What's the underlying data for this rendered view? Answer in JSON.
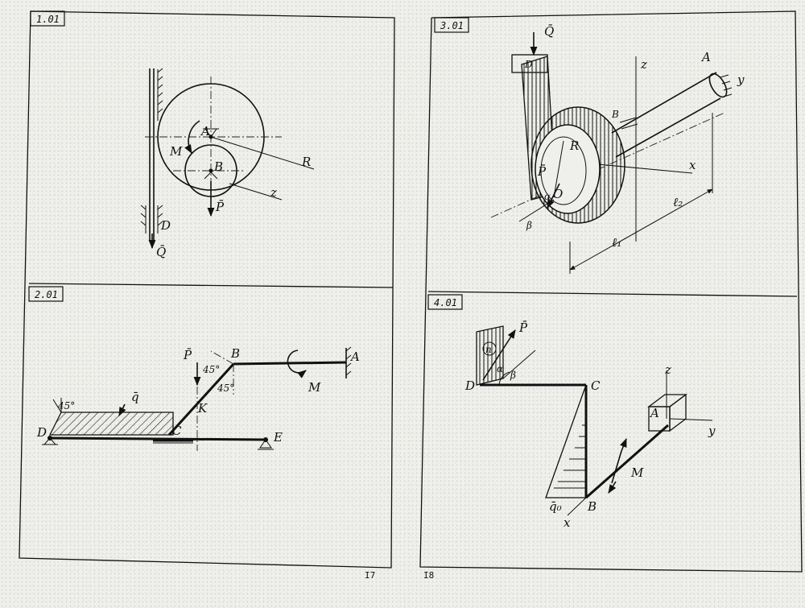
{
  "panels": [
    {
      "id": "1.01",
      "labels": {
        "A": "A",
        "B": "B",
        "M": "M",
        "R": "R",
        "r": "z",
        "P": "P̄",
        "D": "D",
        "Q": "Q̄"
      }
    },
    {
      "id": "2.01",
      "labels": {
        "P": "P̄",
        "B": "B",
        "A": "A",
        "M": "M",
        "q": "q̄",
        "K": "K",
        "C": "C",
        "D": "D",
        "E": "E",
        "angle1": "45°",
        "angle2": "45°",
        "angle3": "45°"
      }
    },
    {
      "id": "3.01",
      "labels": {
        "Q": "Q̄",
        "D": "D",
        "z": "z",
        "A": "A",
        "y": "y",
        "B": "B",
        "R": "R",
        "P": "P̄",
        "alpha": "α",
        "O": "O",
        "x": "x",
        "beta": "β",
        "l1": "ℓ₁",
        "l2": "ℓ₂"
      }
    },
    {
      "id": "4.01",
      "labels": {
        "P": "P̄",
        "n": "n",
        "alpha": "α",
        "beta": "β",
        "D": "D",
        "C": "C",
        "z": "z",
        "A": "A",
        "y": "y",
        "M": "M",
        "q0": "q̄₀",
        "B": "B",
        "x": "x"
      }
    }
  ],
  "page_numbers": {
    "left": "I7",
    "right": "I8"
  }
}
